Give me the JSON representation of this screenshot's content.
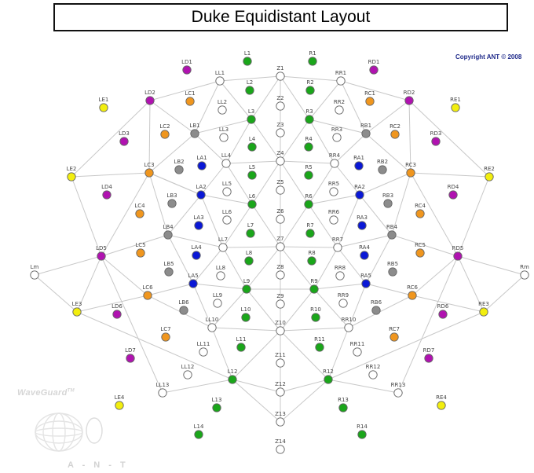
{
  "title": "Duke Equidistant Layout",
  "copyright": "Copyright ANT © 2008",
  "watermark": {
    "brand": "WaveGuard",
    "tm": "TM",
    "company": "A - N - T"
  },
  "colors": {
    "white": "#ffffff",
    "green": "#1aa61a",
    "gray": "#8c8c8c",
    "blue": "#0a18d6",
    "orange": "#f0961e",
    "purple": "#b012b0",
    "yellow": "#f2ee0e",
    "line": "#c8c8c8",
    "outline": "#666666"
  },
  "electrodes": [
    {
      "id": "L1",
      "c": "green"
    },
    {
      "id": "R1",
      "c": "green"
    },
    {
      "id": "LD1",
      "c": "purple"
    },
    {
      "id": "RD1",
      "c": "purple"
    },
    {
      "id": "LL1",
      "c": "white"
    },
    {
      "id": "Z1",
      "c": "white"
    },
    {
      "id": "RR1",
      "c": "white"
    },
    {
      "id": "L2",
      "c": "green"
    },
    {
      "id": "R2",
      "c": "green"
    },
    {
      "id": "LD2",
      "c": "purple"
    },
    {
      "id": "LC1",
      "c": "orange"
    },
    {
      "id": "RC1",
      "c": "orange"
    },
    {
      "id": "RD2",
      "c": "purple"
    },
    {
      "id": "LE1",
      "c": "yellow"
    },
    {
      "id": "RE1",
      "c": "yellow"
    },
    {
      "id": "LL2",
      "c": "white"
    },
    {
      "id": "Z2",
      "c": "white"
    },
    {
      "id": "RR2",
      "c": "white"
    },
    {
      "id": "L3",
      "c": "green"
    },
    {
      "id": "R3",
      "c": "green"
    },
    {
      "id": "LC2",
      "c": "orange"
    },
    {
      "id": "LB1",
      "c": "gray"
    },
    {
      "id": "LL3",
      "c": "white"
    },
    {
      "id": "Z3",
      "c": "white"
    },
    {
      "id": "RR3",
      "c": "white"
    },
    {
      "id": "RB1",
      "c": "gray"
    },
    {
      "id": "RC2",
      "c": "orange"
    },
    {
      "id": "LD3",
      "c": "purple"
    },
    {
      "id": "RD3",
      "c": "purple"
    },
    {
      "id": "L4",
      "c": "green"
    },
    {
      "id": "R4",
      "c": "green"
    },
    {
      "id": "Z4",
      "c": "white"
    },
    {
      "id": "LL4",
      "c": "white"
    },
    {
      "id": "RR4",
      "c": "white"
    },
    {
      "id": "LA1",
      "c": "blue"
    },
    {
      "id": "RA1",
      "c": "blue"
    },
    {
      "id": "LB2",
      "c": "gray"
    },
    {
      "id": "RB2",
      "c": "gray"
    },
    {
      "id": "LC3",
      "c": "orange"
    },
    {
      "id": "RC3",
      "c": "orange"
    },
    {
      "id": "LE2",
      "c": "yellow"
    },
    {
      "id": "RE2",
      "c": "yellow"
    },
    {
      "id": "L5",
      "c": "green"
    },
    {
      "id": "R5",
      "c": "green"
    },
    {
      "id": "Z5",
      "c": "white"
    },
    {
      "id": "LL5",
      "c": "white"
    },
    {
      "id": "RR5",
      "c": "white"
    },
    {
      "id": "LD4",
      "c": "purple"
    },
    {
      "id": "RD4",
      "c": "purple"
    },
    {
      "id": "LA2",
      "c": "blue"
    },
    {
      "id": "RA2",
      "c": "blue"
    },
    {
      "id": "LB3",
      "c": "gray"
    },
    {
      "id": "RB3",
      "c": "gray"
    },
    {
      "id": "L6",
      "c": "green"
    },
    {
      "id": "R6",
      "c": "green"
    },
    {
      "id": "Z6",
      "c": "white"
    },
    {
      "id": "LL6",
      "c": "white"
    },
    {
      "id": "RR6",
      "c": "white"
    },
    {
      "id": "LC4",
      "c": "orange"
    },
    {
      "id": "RC4",
      "c": "orange"
    },
    {
      "id": "LA3",
      "c": "blue"
    },
    {
      "id": "RA3",
      "c": "blue"
    },
    {
      "id": "L7",
      "c": "green"
    },
    {
      "id": "R7",
      "c": "green"
    },
    {
      "id": "Z7",
      "c": "white"
    },
    {
      "id": "LB4",
      "c": "gray"
    },
    {
      "id": "RB4",
      "c": "gray"
    },
    {
      "id": "LL7",
      "c": "white"
    },
    {
      "id": "RR7",
      "c": "white"
    },
    {
      "id": "LC5",
      "c": "orange"
    },
    {
      "id": "RC5",
      "c": "orange"
    },
    {
      "id": "LD5",
      "c": "purple"
    },
    {
      "id": "RD5",
      "c": "purple"
    },
    {
      "id": "LA4",
      "c": "blue"
    },
    {
      "id": "RA4",
      "c": "blue"
    },
    {
      "id": "L8",
      "c": "green"
    },
    {
      "id": "R8",
      "c": "green"
    },
    {
      "id": "Z8",
      "c": "white"
    },
    {
      "id": "LB5",
      "c": "gray"
    },
    {
      "id": "RB5",
      "c": "gray"
    },
    {
      "id": "LL8",
      "c": "white"
    },
    {
      "id": "RR8",
      "c": "white"
    },
    {
      "id": "Lm",
      "c": "white"
    },
    {
      "id": "Rm",
      "c": "white"
    },
    {
      "id": "LA5",
      "c": "blue"
    },
    {
      "id": "RA5",
      "c": "blue"
    },
    {
      "id": "L9",
      "c": "green"
    },
    {
      "id": "R9",
      "c": "green"
    },
    {
      "id": "Z9",
      "c": "white"
    },
    {
      "id": "LC6",
      "c": "orange"
    },
    {
      "id": "RC6",
      "c": "orange"
    },
    {
      "id": "LL9",
      "c": "white"
    },
    {
      "id": "RR9",
      "c": "white"
    },
    {
      "id": "LE3",
      "c": "yellow"
    },
    {
      "id": "RE3",
      "c": "yellow"
    },
    {
      "id": "LB6",
      "c": "gray"
    },
    {
      "id": "RB6",
      "c": "gray"
    },
    {
      "id": "LD6",
      "c": "purple"
    },
    {
      "id": "RD6",
      "c": "purple"
    },
    {
      "id": "L10",
      "c": "green"
    },
    {
      "id": "R10",
      "c": "green"
    },
    {
      "id": "LL10",
      "c": "white"
    },
    {
      "id": "RR10",
      "c": "white"
    },
    {
      "id": "Z10",
      "c": "white"
    },
    {
      "id": "LC7",
      "c": "orange"
    },
    {
      "id": "RC7",
      "c": "orange"
    },
    {
      "id": "L11",
      "c": "green"
    },
    {
      "id": "R11",
      "c": "green"
    },
    {
      "id": "LL11",
      "c": "white"
    },
    {
      "id": "RR11",
      "c": "white"
    },
    {
      "id": "Z11",
      "c": "white"
    },
    {
      "id": "LD7",
      "c": "purple"
    },
    {
      "id": "RD7",
      "c": "purple"
    },
    {
      "id": "LL12",
      "c": "white"
    },
    {
      "id": "RR12",
      "c": "white"
    },
    {
      "id": "L12",
      "c": "green"
    },
    {
      "id": "R12",
      "c": "green"
    },
    {
      "id": "Z12",
      "c": "white"
    },
    {
      "id": "LL13",
      "c": "white"
    },
    {
      "id": "RR13",
      "c": "white"
    },
    {
      "id": "LE4",
      "c": "yellow"
    },
    {
      "id": "RE4",
      "c": "yellow"
    },
    {
      "id": "L13",
      "c": "green"
    },
    {
      "id": "R13",
      "c": "green"
    },
    {
      "id": "Z13",
      "c": "white"
    },
    {
      "id": "L14",
      "c": "green"
    },
    {
      "id": "R14",
      "c": "green"
    },
    {
      "id": "Z14",
      "c": "white"
    }
  ],
  "connections": [
    [
      "Z1",
      "Z2"
    ],
    [
      "Z2",
      "Z3"
    ],
    [
      "Z3",
      "Z4"
    ],
    [
      "Z4",
      "Z5"
    ],
    [
      "Z5",
      "Z6"
    ],
    [
      "Z6",
      "Z7"
    ],
    [
      "Z7",
      "Z8"
    ],
    [
      "Z8",
      "Z9"
    ],
    [
      "Z9",
      "Z10"
    ],
    [
      "Z10",
      "Z11"
    ],
    [
      "Z11",
      "Z12"
    ],
    [
      "Z12",
      "Z13"
    ],
    [
      "LL1",
      "Z1"
    ],
    [
      "Z1",
      "RR1"
    ],
    [
      "LL1",
      "LD2"
    ],
    [
      "RR1",
      "RD2"
    ],
    [
      "LL1",
      "LB1"
    ],
    [
      "LL1",
      "L3"
    ],
    [
      "RR1",
      "R3"
    ],
    [
      "RR1",
      "RB1"
    ],
    [
      "Z1",
      "L3"
    ],
    [
      "Z1",
      "R3"
    ],
    [
      "LD2",
      "LB1"
    ],
    [
      "LD2",
      "LC3"
    ],
    [
      "LD2",
      "LE2"
    ],
    [
      "RD2",
      "RB1"
    ],
    [
      "RD2",
      "RC3"
    ],
    [
      "RD2",
      "RE2"
    ],
    [
      "LB1",
      "L3"
    ],
    [
      "L3",
      "Z4"
    ],
    [
      "Z4",
      "R3"
    ],
    [
      "R3",
      "RB1"
    ],
    [
      "LB1",
      "LC3"
    ],
    [
      "LB1",
      "LL4"
    ],
    [
      "L3",
      "LL4"
    ],
    [
      "R3",
      "RR4"
    ],
    [
      "RB1",
      "RR4"
    ],
    [
      "RB1",
      "RC3"
    ],
    [
      "LL4",
      "Z4"
    ],
    [
      "Z4",
      "RR4"
    ],
    [
      "LE2",
      "LC3"
    ],
    [
      "RE2",
      "RC3"
    ],
    [
      "LC3",
      "LA2"
    ],
    [
      "LL4",
      "LA2"
    ],
    [
      "LL4",
      "L6"
    ],
    [
      "Z4",
      "L6"
    ],
    [
      "Z4",
      "R6"
    ],
    [
      "RR4",
      "R6"
    ],
    [
      "RR4",
      "RA2"
    ],
    [
      "RC3",
      "RA2"
    ],
    [
      "LC3",
      "LA2"
    ],
    [
      "LA2",
      "L6"
    ],
    [
      "L6",
      "Z7"
    ],
    [
      "Z7",
      "R6"
    ],
    [
      "R6",
      "RA2"
    ],
    [
      "LE2",
      "LD5"
    ],
    [
      "RE2",
      "RD5"
    ],
    [
      "LC3",
      "LB4"
    ],
    [
      "RC3",
      "RB4"
    ],
    [
      "LC3",
      "LD5"
    ],
    [
      "RC3",
      "RD5"
    ],
    [
      "LA2",
      "LB4"
    ],
    [
      "LA2",
      "LL7"
    ],
    [
      "L6",
      "LL7"
    ],
    [
      "R6",
      "RR7"
    ],
    [
      "RA2",
      "RR7"
    ],
    [
      "RA2",
      "RB4"
    ],
    [
      "LB4",
      "LL7"
    ],
    [
      "LL7",
      "Z7"
    ],
    [
      "Z7",
      "RR7"
    ],
    [
      "RR7",
      "RB4"
    ],
    [
      "LB4",
      "LD5"
    ],
    [
      "RB4",
      "RD5"
    ],
    [
      "LB4",
      "LA5"
    ],
    [
      "LL7",
      "LA5"
    ],
    [
      "LL7",
      "L9"
    ],
    [
      "Z7",
      "L9"
    ],
    [
      "Z7",
      "R9"
    ],
    [
      "RR7",
      "R9"
    ],
    [
      "RR7",
      "RA5"
    ],
    [
      "RB4",
      "RA5"
    ],
    [
      "Lm",
      "LD5"
    ],
    [
      "Rm",
      "RD5"
    ],
    [
      "Lm",
      "LE3"
    ],
    [
      "Rm",
      "RE3"
    ],
    [
      "LD5",
      "LE3"
    ],
    [
      "RD5",
      "RE3"
    ],
    [
      "LD5",
      "LC6"
    ],
    [
      "RD5",
      "RC6"
    ],
    [
      "LE3",
      "LC6"
    ],
    [
      "LC6",
      "LA5"
    ],
    [
      "LA5",
      "L9"
    ],
    [
      "L9",
      "R9"
    ],
    [
      "R9",
      "RA5"
    ],
    [
      "RA5",
      "RC6"
    ],
    [
      "RC6",
      "RE3"
    ],
    [
      "LC6",
      "LL10"
    ],
    [
      "LA5",
      "LL10"
    ],
    [
      "L9",
      "LL10"
    ],
    [
      "L9",
      "Z10"
    ],
    [
      "R9",
      "Z10"
    ],
    [
      "R9",
      "RR10"
    ],
    [
      "RA5",
      "RR10"
    ],
    [
      "RC6",
      "RR10"
    ],
    [
      "LL10",
      "Z10"
    ],
    [
      "Z10",
      "RR10"
    ],
    [
      "LE3",
      "L12"
    ],
    [
      "RE3",
      "R12"
    ],
    [
      "LL10",
      "L12"
    ],
    [
      "RR10",
      "R12"
    ],
    [
      "Z10",
      "L12"
    ],
    [
      "Z10",
      "R12"
    ],
    [
      "LD5",
      "LL13"
    ],
    [
      "RD5",
      "RR13"
    ],
    [
      "LL13",
      "L12"
    ],
    [
      "L12",
      "Z12"
    ],
    [
      "Z12",
      "R12"
    ],
    [
      "R12",
      "RR13"
    ],
    [
      "L12",
      "Z13"
    ],
    [
      "R12",
      "Z13"
    ],
    [
      "Z12",
      "Z13"
    ]
  ]
}
